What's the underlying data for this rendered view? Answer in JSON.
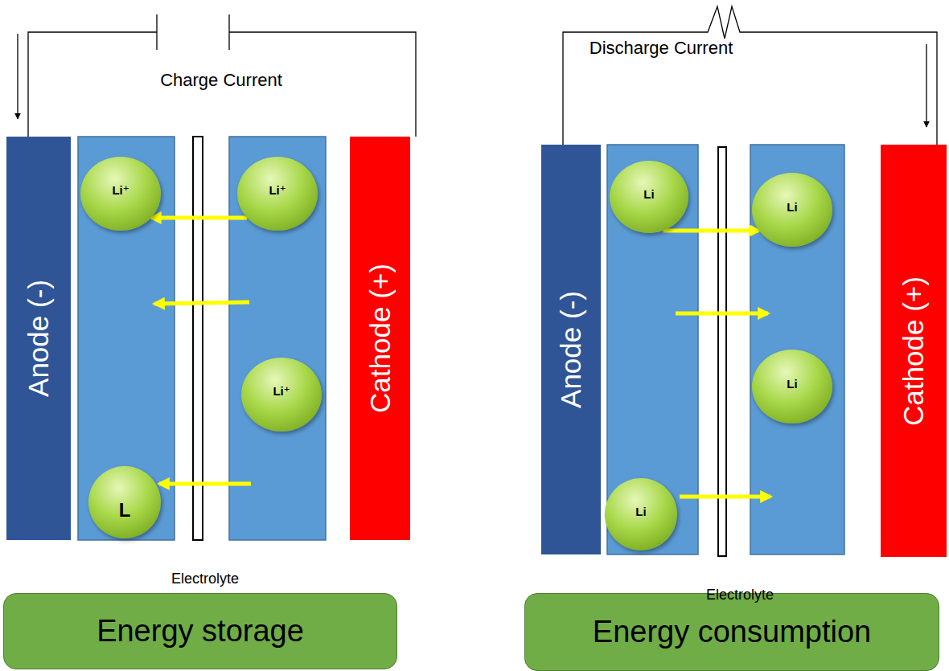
{
  "diagram": {
    "nodes": [
      {
        "text": [
          "Anode (-)"
        ]
      },
      {
        "text": [
          "Li⁺"
        ]
      },
      {
        "text": [
          "Li⁺"
        ]
      },
      {
        "text": [
          "Li⁺"
        ]
      },
      {
        "text": [
          "L"
        ]
      },
      {
        "text": [
          "Cathode (+)"
        ]
      },
      {
        "text": [
          "Energy storage"
        ]
      },
      {
        "text": [
          "Anode (-)"
        ]
      },
      {
        "text": [
          "Li"
        ]
      },
      {
        "text": [
          "Li"
        ]
      },
      {
        "text": [
          "Li"
        ]
      },
      {
        "text": [
          "Li"
        ]
      },
      {
        "text": [
          "Cathode (+)"
        ]
      },
      {
        "text": [
          "Energy consumption"
        ]
      }
    ],
    "edges": [
      {
        "from": 2,
        "to": 1,
        "arrow": "to"
      },
      {
        "from": 8,
        "to": 9,
        "arrow": "to"
      }
    ],
    "labels": [
      "Charge Current",
      "Electrolyte",
      "Discharge Current",
      "Electrolyte"
    ]
  }
}
